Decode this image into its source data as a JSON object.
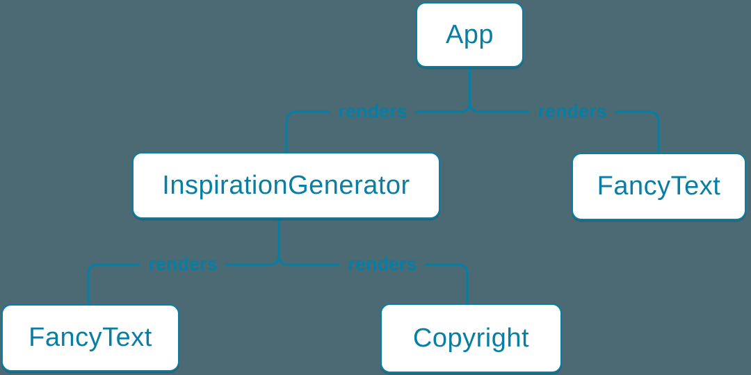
{
  "colors": {
    "background": "#4B6A73",
    "accent": "#087EA4",
    "node_fill": "#FFFFFF"
  },
  "nodes": [
    {
      "id": "app",
      "label": "App"
    },
    {
      "id": "inspiration-generator",
      "label": "InspirationGenerator"
    },
    {
      "id": "fancy-text-top",
      "label": "FancyText"
    },
    {
      "id": "fancy-text-bottom",
      "label": "FancyText"
    },
    {
      "id": "copyright",
      "label": "Copyright"
    }
  ],
  "edges": [
    {
      "from": "App",
      "to": "InspirationGenerator",
      "label": "renders"
    },
    {
      "from": "App",
      "to": "FancyText",
      "label": "renders"
    },
    {
      "from": "InspirationGenerator",
      "to": "FancyText",
      "label": "renders"
    },
    {
      "from": "InspirationGenerator",
      "to": "Copyright",
      "label": "renders"
    }
  ]
}
